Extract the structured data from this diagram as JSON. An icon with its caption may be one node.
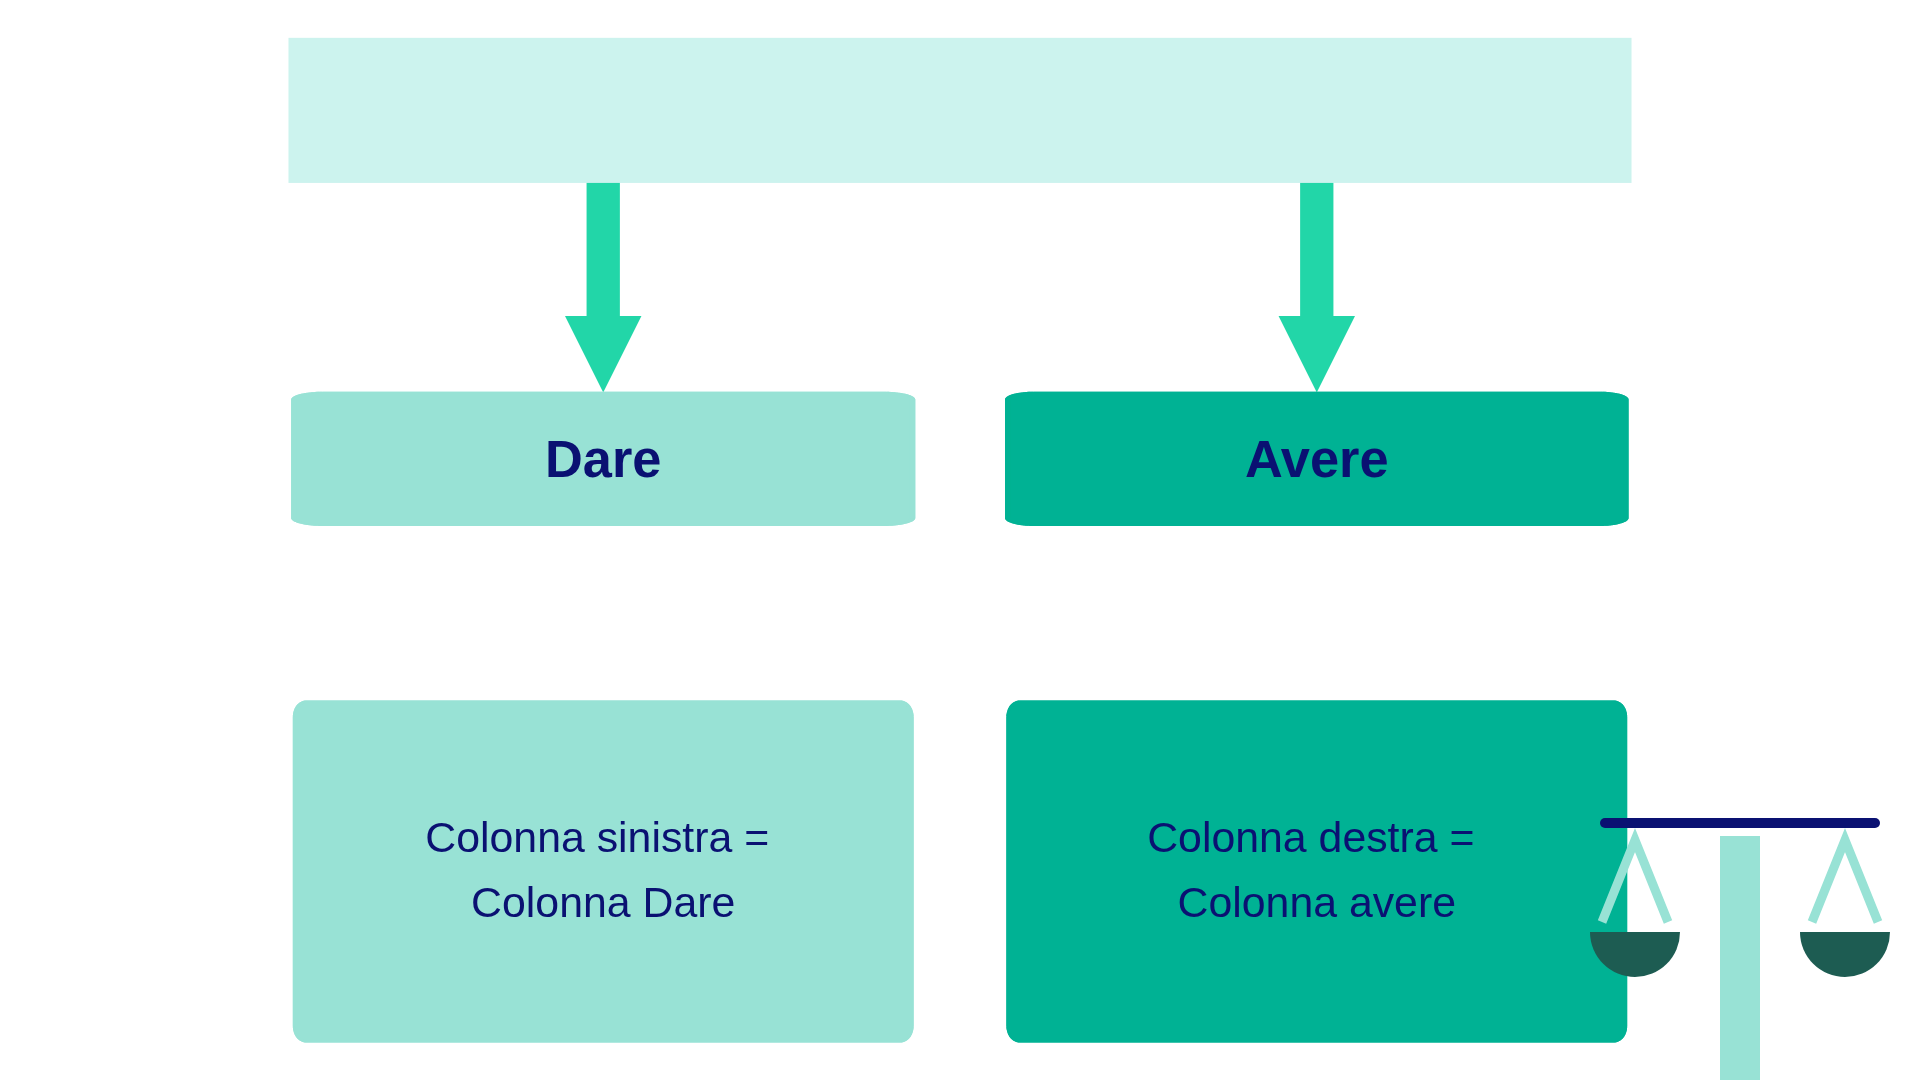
{
  "diagram": {
    "nodes": [
      {
        "text": [],
        "shape": "box"
      },
      {
        "text": [
          "Dare"
        ]
      },
      {
        "text": [
          "Avere"
        ]
      },
      {
        "text": [
          "Colonna sinistra = Colonna Dare"
        ]
      },
      {
        "text": [
          "Colonna destra = Colonna avere"
        ]
      }
    ],
    "edges": [
      {
        "from": 0,
        "to": 1,
        "arrow": "to"
      },
      {
        "from": 0,
        "to": 2,
        "arrow": "to"
      }
    ]
  }
}
